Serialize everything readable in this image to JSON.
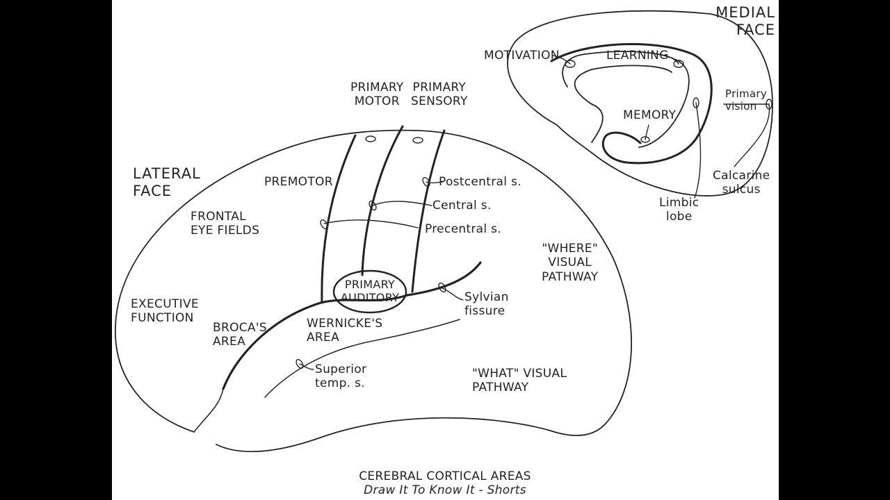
{
  "colors": {
    "background": "#ffffff",
    "frame": "#000000",
    "ink": "#222222"
  },
  "lateral": {
    "face_title": [
      "LATERAL",
      "FACE"
    ],
    "primary_motor": [
      "PRIMARY",
      "MOTOR"
    ],
    "primary_sensory": [
      "PRIMARY",
      "SENSORY"
    ],
    "premotor": "PREMOTOR",
    "postcentral": "Postcentral s.",
    "central": "Central s.",
    "precentral": "Precentral s.",
    "frontal_eye_fields": [
      "FRONTAL",
      "EYE FIELDS"
    ],
    "executive_function": [
      "EXECUTIVE",
      "FUNCTION"
    ],
    "brocas_area": [
      "BROCA'S",
      "AREA"
    ],
    "wernickes_area": [
      "WERNICKE'S",
      "AREA"
    ],
    "primary_auditory": [
      "PRIMARY",
      "AUDITORY"
    ],
    "sylvian_fissure": [
      "Sylvian",
      "fissure"
    ],
    "where_pathway": [
      "\"WHERE\"",
      "VISUAL",
      "PATHWAY"
    ],
    "superior_temporal": [
      "Superior",
      "temp. s."
    ],
    "what_pathway": [
      "\"WHAT\" VISUAL",
      "PATHWAY"
    ]
  },
  "medial": {
    "face_title": [
      "MEDIAL",
      "FACE"
    ],
    "motivation": "MOTIVATION",
    "learning": "LEARNING",
    "memory": "MEMORY",
    "primary_vision": [
      "Primary",
      "vision"
    ],
    "calcarine_sulcus": [
      "Calcarine",
      "sulcus"
    ],
    "limbic_lobe": [
      "Limbic",
      "lobe"
    ]
  },
  "caption": {
    "title": "CEREBRAL CORTICAL AREAS",
    "subtitle": "Draw It To Know It - Shorts"
  }
}
